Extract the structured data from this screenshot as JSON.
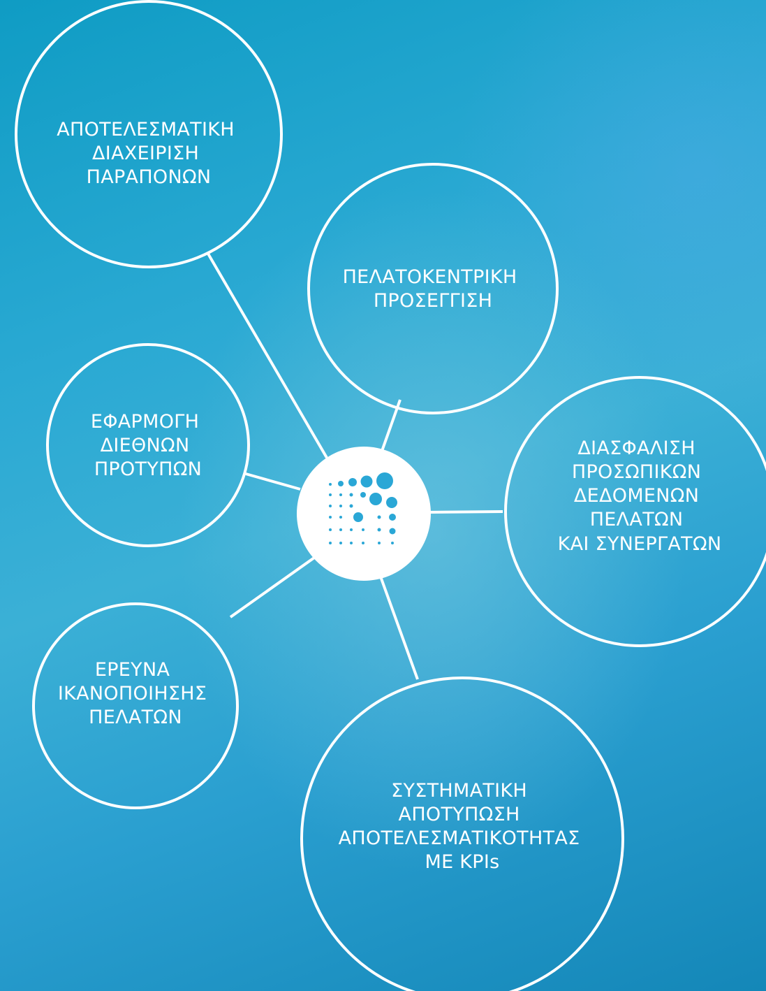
{
  "nodes": [
    {
      "id": "complaints",
      "lines": [
        "ΑΠΟΤΕΛΕΣΜΑΤΙΚΗ",
        "ΔΙΑΧΕΙΡΙΣΗ",
        "ΠΑΡΑΠΟΝΩΝ"
      ]
    },
    {
      "id": "customer-centric",
      "lines": [
        "ΠΕΛΑΤΟΚΕΝΤΡΙΚΗ",
        "ΠΡΟΣΕΓΓΙΣΗ"
      ]
    },
    {
      "id": "standards",
      "lines": [
        "ΕΦΑΡΜΟΓΗ",
        "ΔΙΕΘΝΩΝ",
        "ΠΡΟΤΥΠΩΝ"
      ]
    },
    {
      "id": "data-protection",
      "lines": [
        "ΔΙΑΣΦΑΛΙΣΗ",
        "ΠΡΟΣΩΠΙΚΩΝ",
        "ΔΕΔΟΜΕΝΩΝ",
        "ΠΕΛΑΤΩΝ",
        "ΚΑΙ ΣΥΝΕΡΓΑΤΩΝ"
      ]
    },
    {
      "id": "satisfaction",
      "lines": [
        "ΕΡΕΥΝΑ",
        "ΙΚΑΝΟΠΟΙΗΣΗΣ",
        "ΠΕΛΑΤΩΝ"
      ]
    },
    {
      "id": "kpis",
      "lines": [
        "ΣΥΣΤΗΜΑΤΙΚΗ",
        "ΑΠΟΤΥΠΩΣΗ",
        "ΑΠΟΤΕΛΕΣΜΑΤΙΚΟΤΗΤΑΣ",
        "ΜΕ KPIs"
      ]
    }
  ],
  "hub": {
    "icon": "dot-matrix-logo-icon"
  }
}
